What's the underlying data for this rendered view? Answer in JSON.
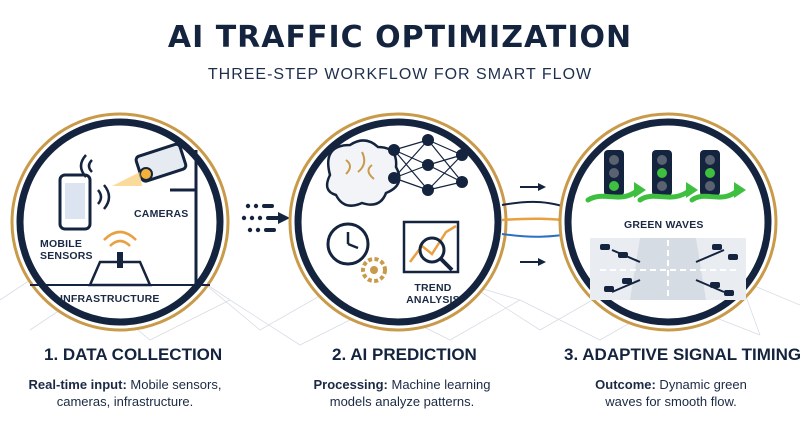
{
  "header": {
    "title": "AI TRAFFIC OPTIMIZATION",
    "subtitle": "THREE-STEP WORKFLOW FOR SMART FLOW"
  },
  "steps": [
    {
      "title": "1. DATA COLLECTION",
      "desc_bold": "Real-time input:",
      "desc_rest": " Mobile sensors,",
      "desc_line2": "cameras, infrastructure.",
      "labels": {
        "mobile": "MOBILE",
        "sensors": "SENSORS",
        "cameras": "CAMERAS",
        "infrastructure": "INFRASTRUCTURE"
      }
    },
    {
      "title": "2. AI PREDICTION",
      "desc_bold": "Processing:",
      "desc_rest": " Machine learning",
      "desc_line2": "models analyze patterns.",
      "labels": {
        "trend": "TREND",
        "analysis": "ANALYSIS"
      }
    },
    {
      "title": "3. ADAPTIVE SIGNAL TIMING",
      "desc_bold": "Outcome:",
      "desc_rest": " Dynamic green",
      "desc_line2": "waves for smooth flow.",
      "labels": {
        "green_waves": "GREEN WAVES"
      }
    }
  ],
  "colors": {
    "navy": "#14243f",
    "gold": "#c99a4a",
    "green": "#3fbf3f",
    "orange": "#e8a040"
  }
}
